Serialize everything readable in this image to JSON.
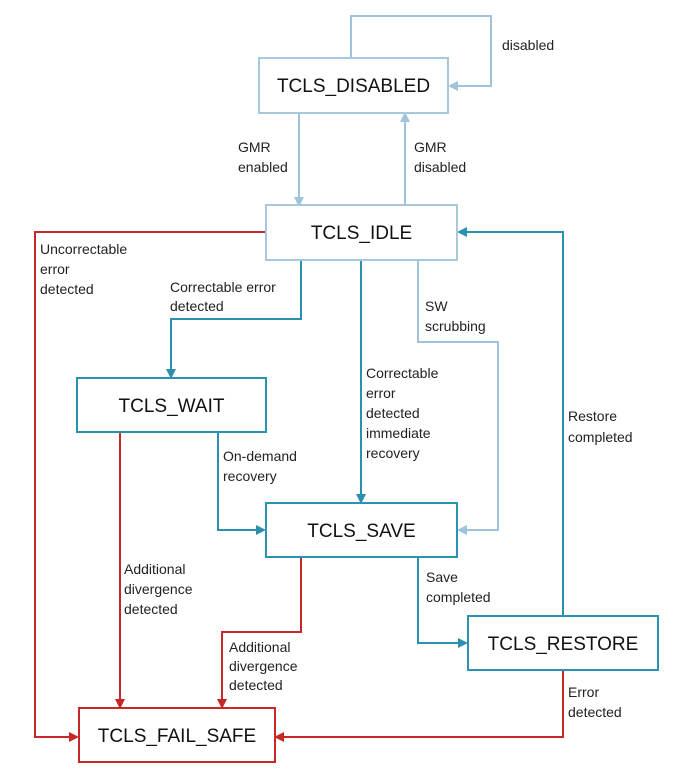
{
  "colors": {
    "light": "#9fc3dc",
    "teal": "#2b8fae",
    "red": "#c62828",
    "lightStroke": "#a8c8de",
    "tealStroke": "#2a93b1",
    "redStroke": "#c62828"
  },
  "states": {
    "disabled": "TCLS_DISABLED",
    "idle": "TCLS_IDLE",
    "wait": "TCLS_WAIT",
    "save": "TCLS_SAVE",
    "restore": "TCLS_RESTORE",
    "failsafe": "TCLS_FAIL_SAFE"
  },
  "edges": {
    "self_disabled": [
      "disabled"
    ],
    "gmr_enabled": [
      "GMR",
      "enabled"
    ],
    "gmr_disabled": [
      "GMR",
      "disabled"
    ],
    "uncorrectable": [
      "Uncorrectable",
      "error",
      "detected"
    ],
    "correctable_wait": [
      "Correctable error",
      "detected"
    ],
    "correctable_immediate": [
      "Correctable",
      "error",
      "detected",
      "immediate",
      "recovery"
    ],
    "sw_scrubbing": [
      "SW",
      "scrubbing"
    ],
    "restore_completed": [
      "Restore",
      "completed"
    ],
    "on_demand": [
      "On-demand",
      "recovery"
    ],
    "additional_wait": [
      "Additional",
      "divergence",
      "detected"
    ],
    "additional_save": [
      "Additional",
      "divergence",
      "detected"
    ],
    "save_completed": [
      "Save",
      "completed"
    ],
    "error_detected": [
      "Error",
      "detected"
    ]
  }
}
